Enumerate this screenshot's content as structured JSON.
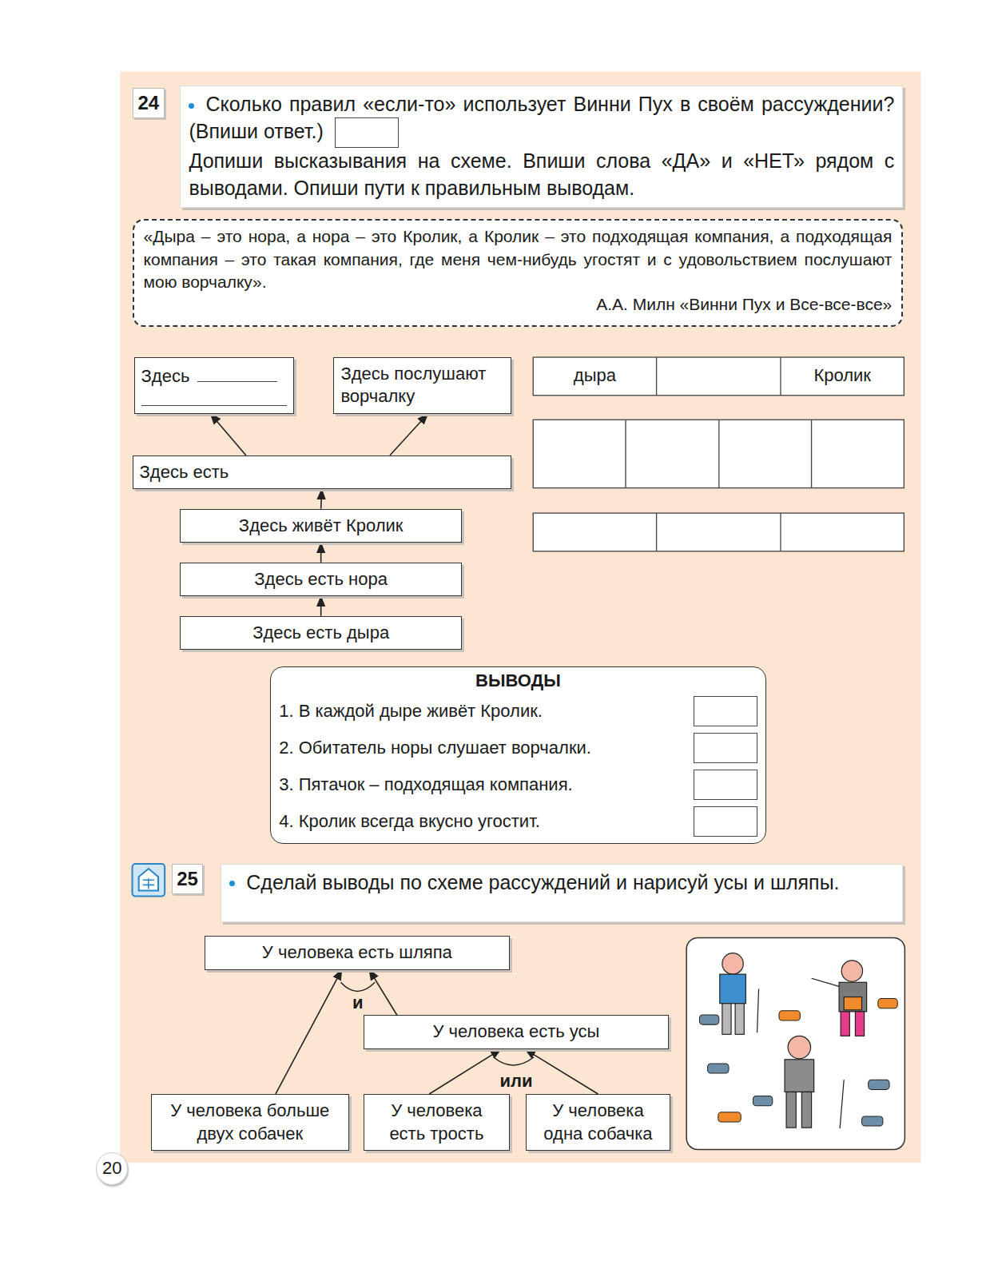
{
  "diagram": {
    "nodes": [
      {
        "text": [
          "24"
        ]
      },
      {
        "text": [
          "Сколько правил «если-то» использует Винни Пух в своём рассуждении? (Впиши ответ.)",
          "Допиши высказывания на схеме. Впиши слова «ДА» и «НЕТ» рядом с выводами. Опиши пути к правильным выводам."
        ]
      },
      {
        "text": [
          "«Дыра – это нора, а нора – это Кролик, а Кролик – это подходящая компания, а подходящая компания – это такая компания, где меня чем-нибудь угостят и с удовольствием послушают мою ворчалку».",
          "А.А. Милн «Винни Пух и Все-все-все»"
        ]
      },
      {
        "text": [
          "Здесь"
        ]
      },
      {
        "text": [
          "Здесь послушают ворчалку"
        ]
      },
      {
        "text": [
          "Здесь есть"
        ]
      },
      {
        "text": [
          "Здесь живёт Кролик"
        ]
      },
      {
        "text": [
          "Здесь есть нора"
        ]
      },
      {
        "text": [
          "Здесь есть дыра"
        ]
      },
      {
        "text": [
          "ВЫВОДЫ",
          "1. В каждой дыре живёт Кролик.",
          "2. Обитатель норы слушает ворчалки.",
          "3. Пятачок – подходящая компания.",
          "4. Кролик всегда вкусно угостит."
        ]
      },
      {
        "text": [
          "25"
        ]
      },
      {
        "text": [
          "Сделай выводы по схеме рассуждений и нарисуй усы и шляпы."
        ]
      },
      {
        "text": [
          "У человека есть шляпа"
        ]
      },
      {
        "text": [
          "У человека есть усы"
        ]
      },
      {
        "text": [
          "У человека больше двух собачек"
        ]
      },
      {
        "text": [
          "У человека есть трость"
        ]
      },
      {
        "text": [
          "У человека одна собачка"
        ]
      },
      {
        "text": [
          "20"
        ]
      }
    ],
    "edges": [
      {
        "from": 8,
        "to": 7,
        "arrow": "to"
      },
      {
        "from": 7,
        "to": 6,
        "arrow": "to"
      },
      {
        "from": 6,
        "to": 5,
        "arrow": "to"
      },
      {
        "from": 5,
        "to": 3,
        "arrow": "to"
      },
      {
        "from": 5,
        "to": 4,
        "arrow": "to"
      },
      {
        "from": 14,
        "to": 12,
        "arrow": "to"
      },
      {
        "from": 13,
        "to": 12,
        "arrow": "to"
      },
      {
        "from": 15,
        "to": 13,
        "arrow": "to"
      },
      {
        "from": 16,
        "to": 13,
        "arrow": "to"
      }
    ],
    "labels": [
      "дыра",
      "Кролик",
      "и",
      "или"
    ]
  }
}
